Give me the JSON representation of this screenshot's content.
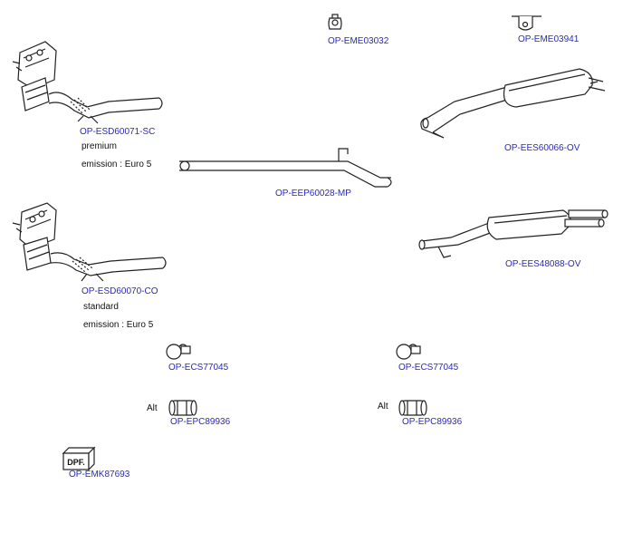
{
  "parts": [
    {
      "code": "OP-EME03032",
      "type": "rubber-hanger"
    },
    {
      "code": "OP-EME03941",
      "type": "rubber-hanger"
    },
    {
      "code": "OP-ESD60071-SC",
      "type": "dpf-catalyst",
      "notes": [
        "premium",
        "emission : Euro 5"
      ]
    },
    {
      "code": "OP-EES60066-OV",
      "type": "rear-silencer"
    },
    {
      "code": "OP-EEP60028-MP",
      "type": "middle-pipe"
    },
    {
      "code": "OP-ESD60070-CO",
      "type": "dpf-catalyst",
      "notes": [
        "standard",
        "emission : Euro 5"
      ]
    },
    {
      "code": "OP-EES48088-OV",
      "type": "rear-silencer"
    },
    {
      "code": "OP-ECS77045",
      "type": "clamp"
    },
    {
      "code": "OP-ECS77045",
      "type": "clamp"
    },
    {
      "code": "OP-EPC89936",
      "type": "connector-sleeve",
      "prefix": "Alt"
    },
    {
      "code": "OP-EPC89936",
      "type": "connector-sleeve",
      "prefix": "Alt"
    },
    {
      "code": "OP-EMK87693",
      "type": "dpf-kit",
      "badge": "DPF."
    }
  ]
}
